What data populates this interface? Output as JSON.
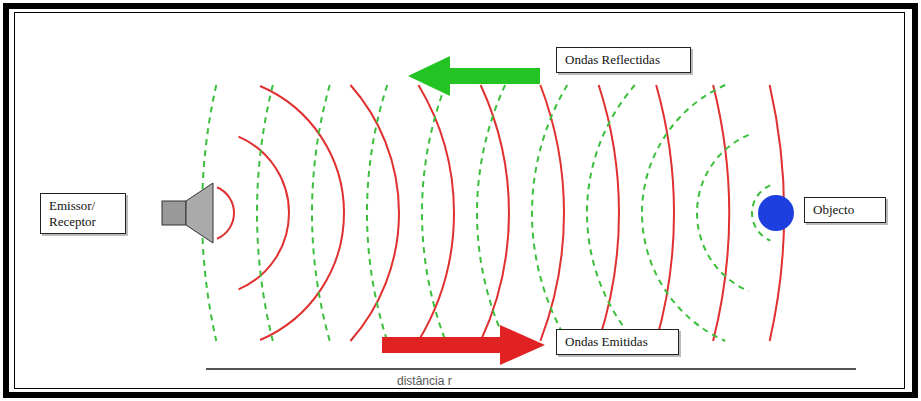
{
  "diagram": {
    "nodes": [
      {
        "text": [
          "Ondas Reflectidas"
        ]
      },
      {
        "text": [
          "Emissor/ Receptor"
        ]
      },
      {
        "text": [
          "Objecto"
        ]
      },
      {
        "text": [
          "Ondas Emitidas"
        ]
      }
    ],
    "labels": [
      "distância r"
    ]
  }
}
